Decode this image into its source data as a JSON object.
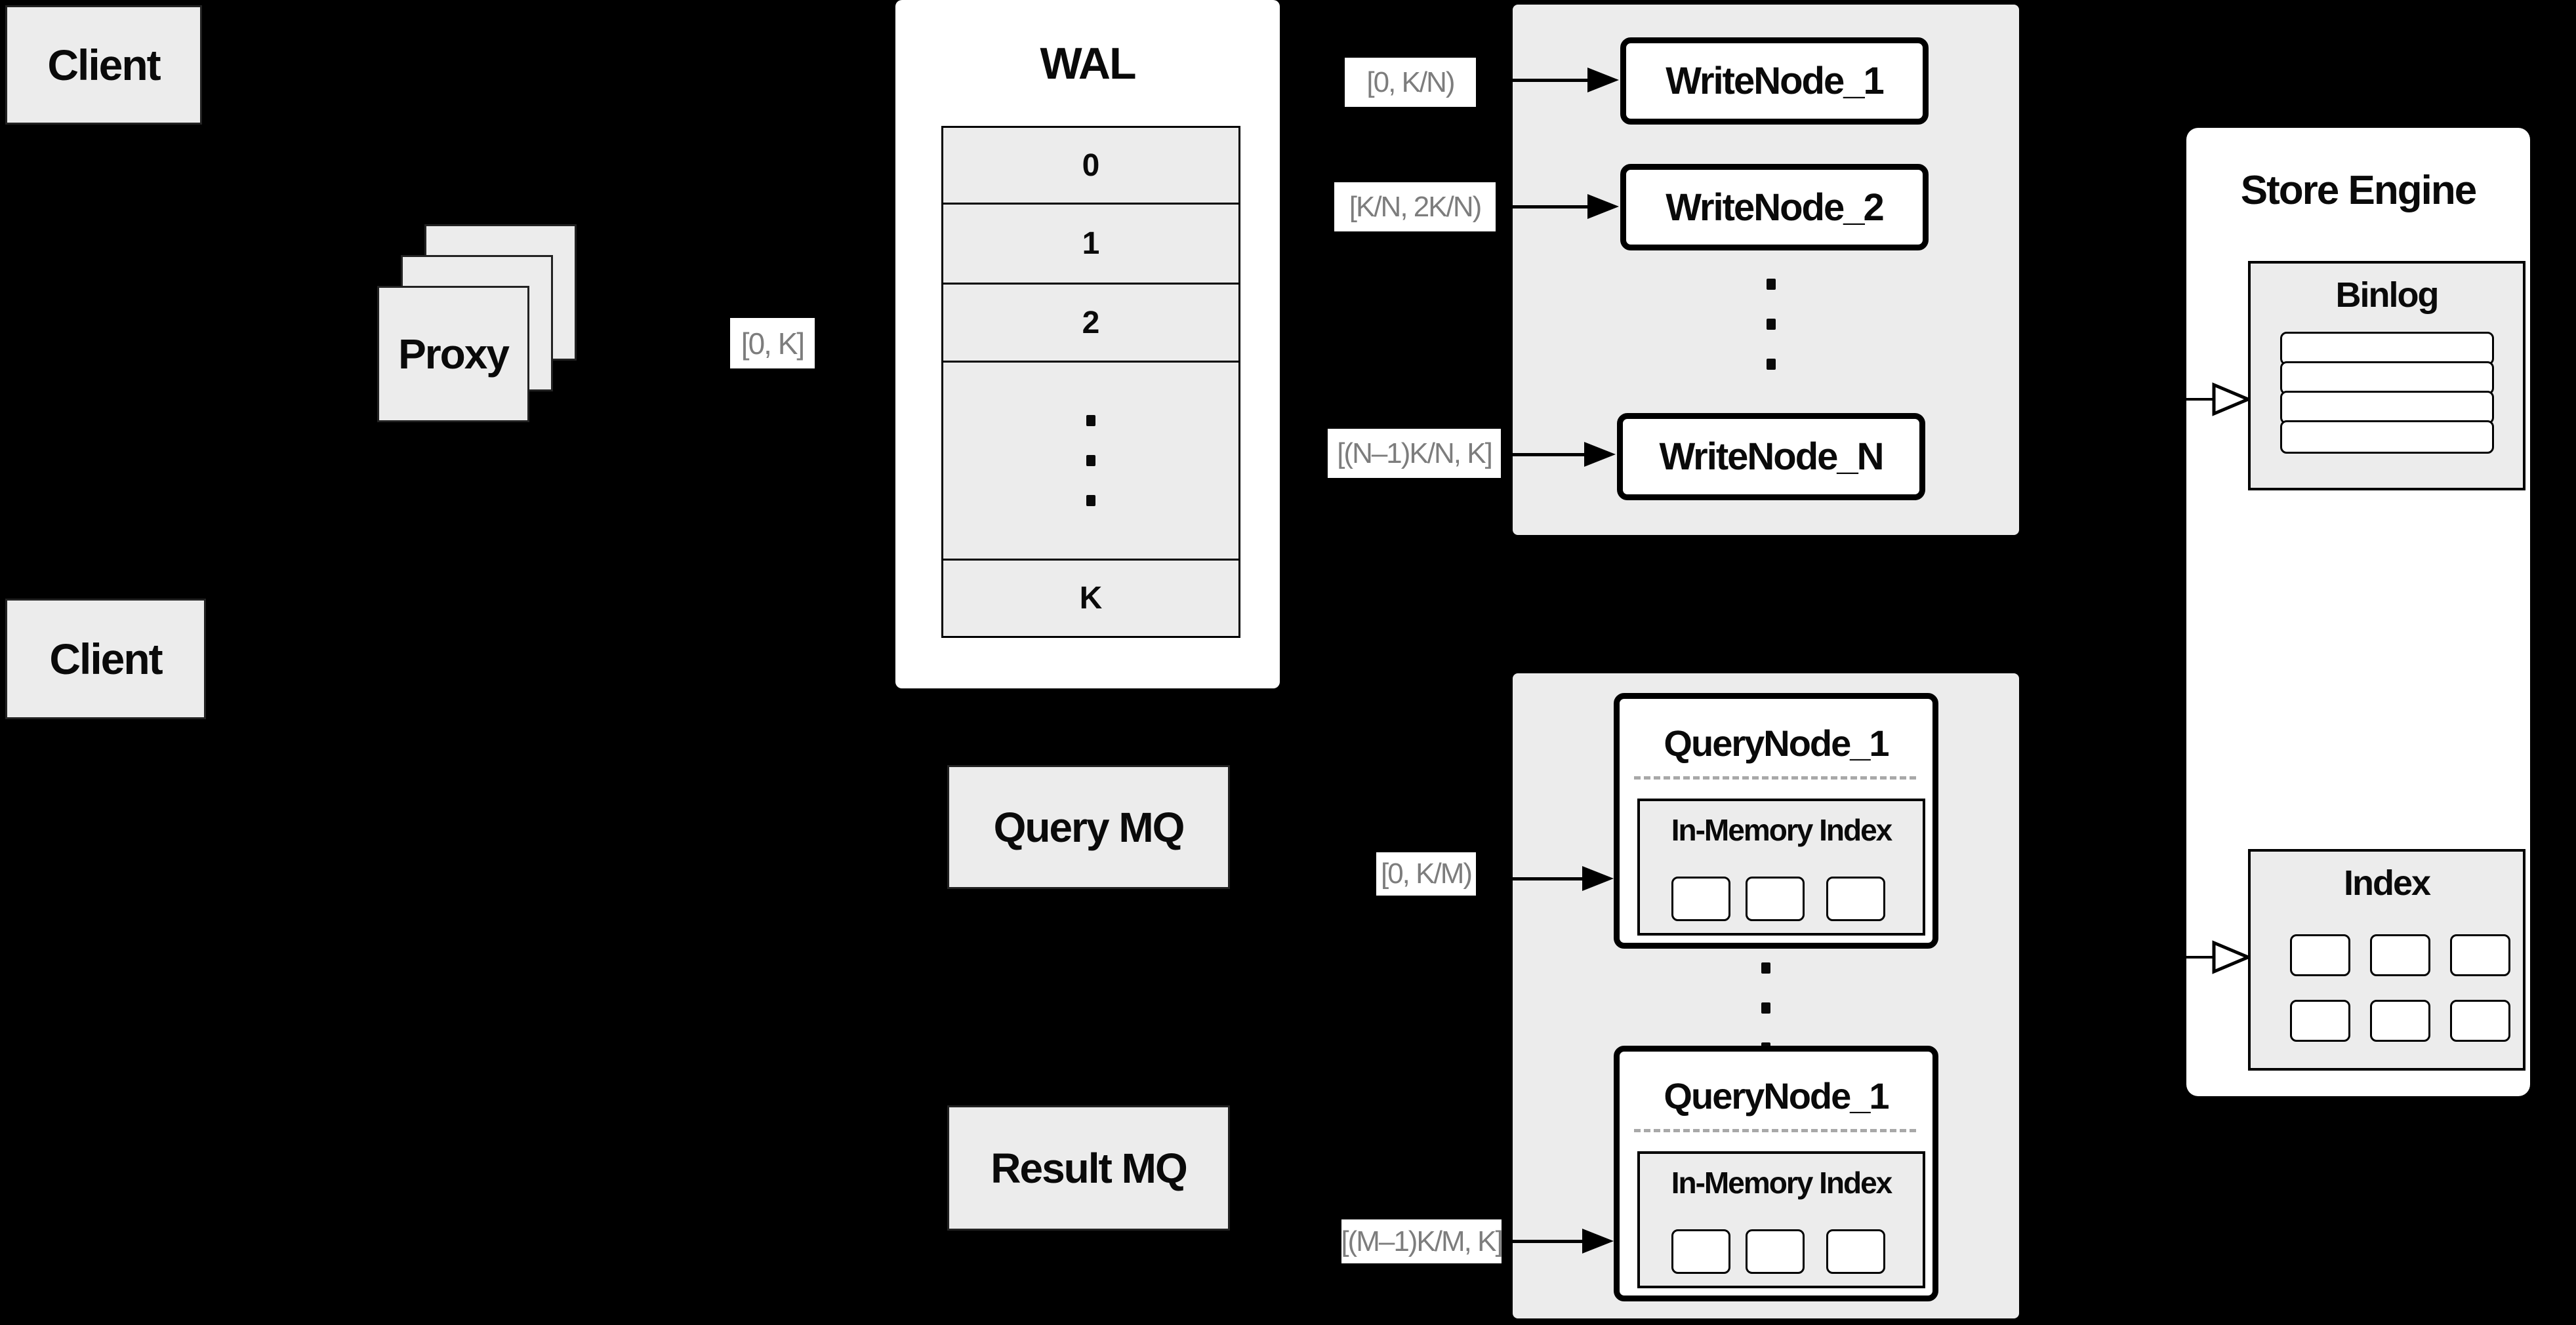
{
  "diagram": {
    "clients": {
      "top": "Client",
      "bottom": "Client"
    },
    "proxy": {
      "label": "Proxy"
    },
    "wal": {
      "title": "WAL",
      "rows": [
        "0",
        "1",
        "2"
      ],
      "last_row": "K"
    },
    "range_labels": {
      "proxy_to_wal": "[0, K]",
      "write_1": "[0, K/N)",
      "write_2": "[K/N, 2K/N)",
      "write_n": "[(N–1)K/N, K]",
      "query_1": "[0, K/M)",
      "query_m": "[(M–1)K/M, K]"
    },
    "write_nodes": {
      "node_1": "WriteNode_1",
      "node_2": "WriteNode_2",
      "node_n": "WriteNode_N"
    },
    "mq": {
      "query": "Query MQ",
      "result": "Result MQ"
    },
    "query_nodes": {
      "node_top": {
        "title": "QueryNode_1",
        "inmem_title": "In-Memory Index"
      },
      "node_bottom": {
        "title": "QueryNode_1",
        "inmem_title": "In-Memory Index"
      }
    },
    "store_engine": {
      "title": "Store Engine",
      "binlog_title": "Binlog",
      "index_title": "Index"
    }
  },
  "colors": {
    "background": "#000000",
    "panel_gray": "#ececec",
    "panel_white": "#ffffff",
    "line_black": "#000000",
    "label_text_gray": "#7d7d7d"
  }
}
